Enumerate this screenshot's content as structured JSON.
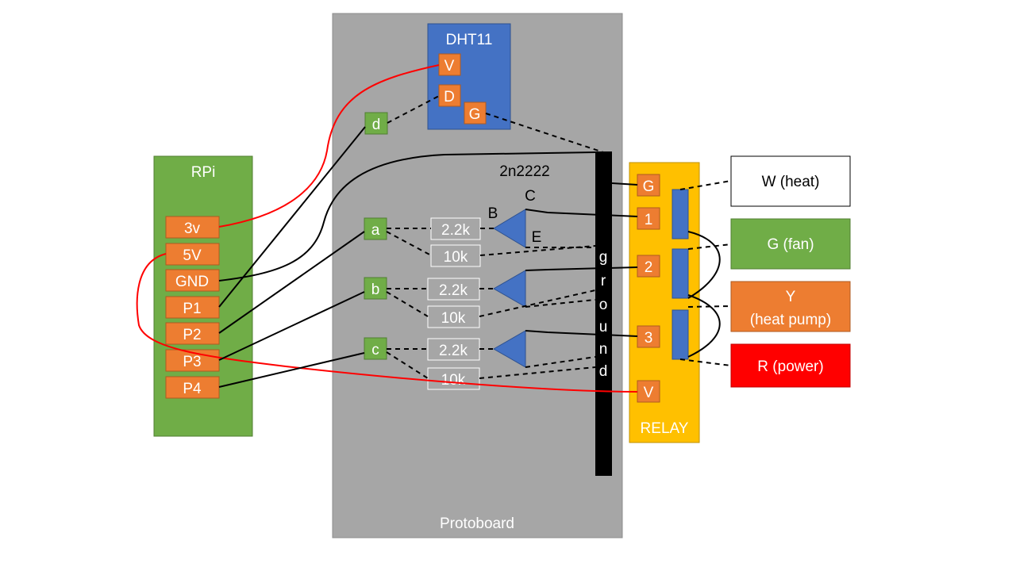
{
  "colors": {
    "board": "#a6a6a6",
    "rpi": "#70ad47",
    "pin": "#ed7d31",
    "sensor": "#4472c4",
    "relay": "#ffc000",
    "resistor": "#a6a6a6",
    "ground_bar": "#000000",
    "fan": "#70ad47",
    "heat_pump": "#ed7d31",
    "power": "#ff0000",
    "heat": "#ffffff",
    "power_wire": "#ff0000"
  },
  "protoboard": {
    "label": "Protoboard"
  },
  "rpi": {
    "label": "RPi",
    "pins": [
      "3v",
      "5V",
      "GND",
      "P1",
      "P2",
      "P3",
      "P4"
    ]
  },
  "dht11": {
    "label": "DHT11",
    "pins": [
      "V",
      "D",
      "G"
    ]
  },
  "nodes": [
    "d",
    "a",
    "b",
    "c"
  ],
  "transistor": {
    "part": "2n2222",
    "base": "B",
    "collector": "C",
    "emitter": "E"
  },
  "resistors": [
    "2.2k",
    "10k",
    "2.2k",
    "10k",
    "2.2k",
    "10k"
  ],
  "ground": {
    "label": "ground",
    "letters": [
      "g",
      "r",
      "o",
      "u",
      "n",
      "d"
    ]
  },
  "relay": {
    "label": "RELAY",
    "pins": [
      "G",
      "1",
      "2",
      "3",
      "V"
    ]
  },
  "thermostat": {
    "heat": "W (heat)",
    "fan": "G (fan)",
    "heat_pump_line1": "Y",
    "heat_pump_line2": "(heat pump)",
    "power": "R (power)"
  }
}
